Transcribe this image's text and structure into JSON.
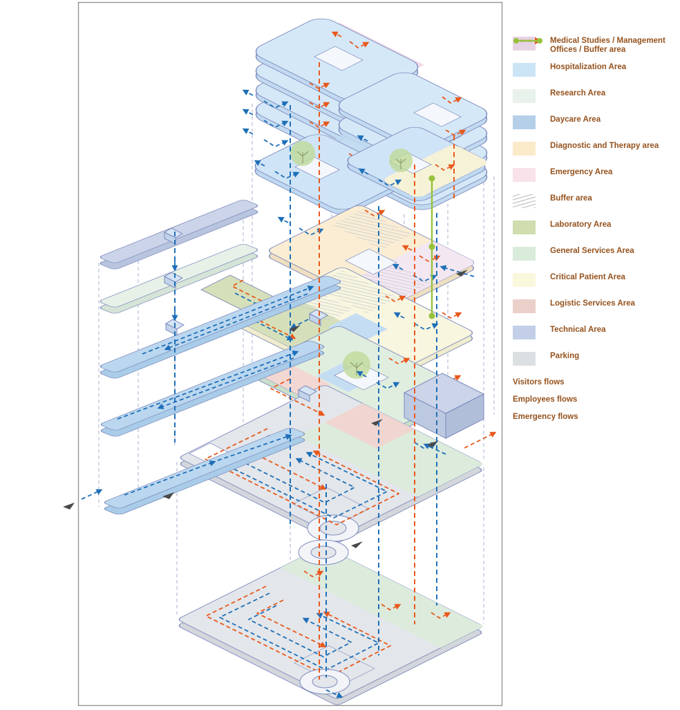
{
  "legend": {
    "areas": [
      {
        "label": "Medical Studies / Management Offices / Buffer area",
        "color": "#E6D3E4"
      },
      {
        "label": "Hospitalization Area",
        "color": "#CCE5F6"
      },
      {
        "label": "Research Area",
        "color": "#E9F2EA"
      },
      {
        "label": "Daycare Area",
        "color": "#B5CFE9"
      },
      {
        "label": "Diagnostic and Therapy area",
        "color": "#FBEACA"
      },
      {
        "label": "Emergency Area",
        "color": "#F9E2EA"
      },
      {
        "label": "Buffer area",
        "color": "",
        "pattern": "diagonal-hatch"
      },
      {
        "label": "Laboratory Area",
        "color": "#CFDDAF"
      },
      {
        "label": "General Services Area",
        "color": "#D9EBDA"
      },
      {
        "label": "Critical Patient Area",
        "color": "#FAF8DC"
      },
      {
        "label": "Logistic Services Area",
        "color": "#EBCFC9"
      },
      {
        "label": "Technical Area",
        "color": "#C3CFE8"
      },
      {
        "label": "Parking",
        "color": "#DCDFE2"
      }
    ],
    "flows": [
      {
        "label": "Visitors flows",
        "color": "#1E6FB8",
        "style": "dashed-arrow"
      },
      {
        "label": "Employees flows",
        "color": "#E8581C",
        "style": "dashed-arrow"
      },
      {
        "label": "Emergency flows",
        "color": "#97C23C",
        "style": "solid-line-dotted-ends"
      }
    ],
    "text_color": "#95521D"
  },
  "frame": {
    "border_color": "#949494"
  }
}
